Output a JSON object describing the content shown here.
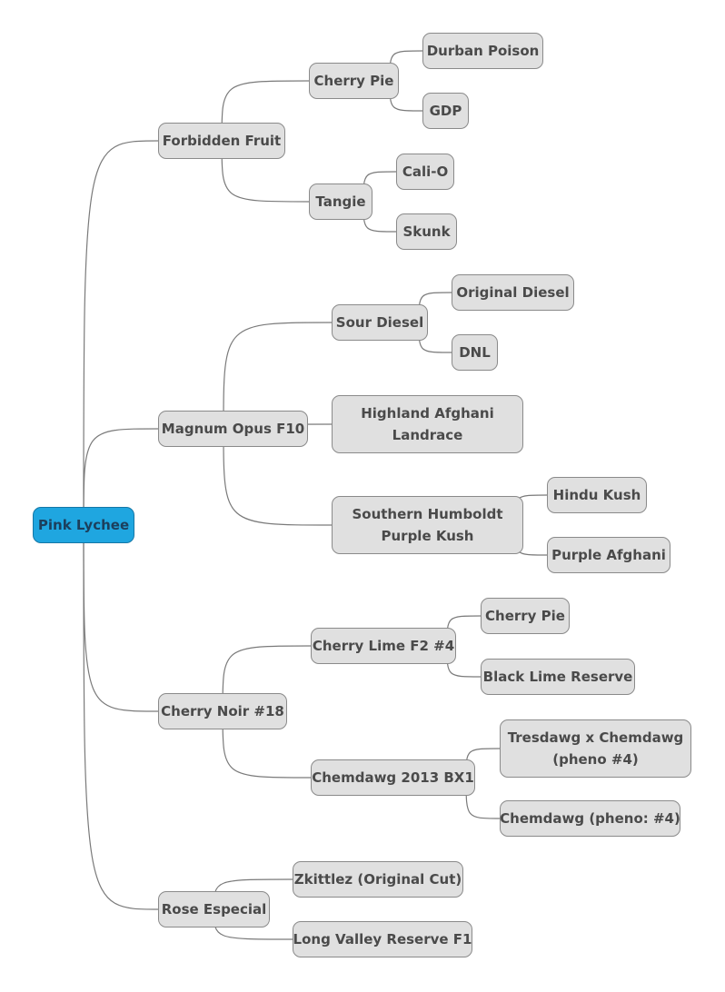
{
  "colors": {
    "root_fill": "#1fa6e0",
    "node_fill": "#e0e0e0",
    "node_border": "#8a8a8a",
    "text": "#4a4a4a",
    "link": "#7a7a7a"
  },
  "root": {
    "label": "Pink Lychee"
  },
  "branches": [
    {
      "label": "Forbidden Fruit",
      "children": [
        {
          "label": "Cherry Pie",
          "children": [
            {
              "label": "Durban Poison"
            },
            {
              "label": "GDP"
            }
          ]
        },
        {
          "label": "Tangie",
          "children": [
            {
              "label": "Cali-O"
            },
            {
              "label": "Skunk"
            }
          ]
        }
      ]
    },
    {
      "label": "Magnum Opus F10",
      "children": [
        {
          "label": "Sour Diesel",
          "children": [
            {
              "label": "Original Diesel"
            },
            {
              "label": "DNL"
            }
          ]
        },
        {
          "label": "Highland Afghani Landrace"
        },
        {
          "label": "Southern Humboldt Purple Kush",
          "children": [
            {
              "label": "Hindu Kush"
            },
            {
              "label": "Purple Afghani"
            }
          ]
        }
      ]
    },
    {
      "label": "Cherry Noir #18",
      "children": [
        {
          "label": "Cherry Lime F2 #4",
          "children": [
            {
              "label": "Cherry Pie"
            },
            {
              "label": "Black Lime Reserve"
            }
          ]
        },
        {
          "label": "Chemdawg 2013 BX1",
          "children": [
            {
              "label": "Tresdawg x Chemdawg (pheno #4)"
            },
            {
              "label": "Chemdawg (pheno: #4)"
            }
          ]
        }
      ]
    },
    {
      "label": "Rose Especial",
      "children": [
        {
          "label": "Zkittlez (Original Cut)"
        },
        {
          "label": "Long Valley Reserve F1"
        }
      ]
    }
  ]
}
